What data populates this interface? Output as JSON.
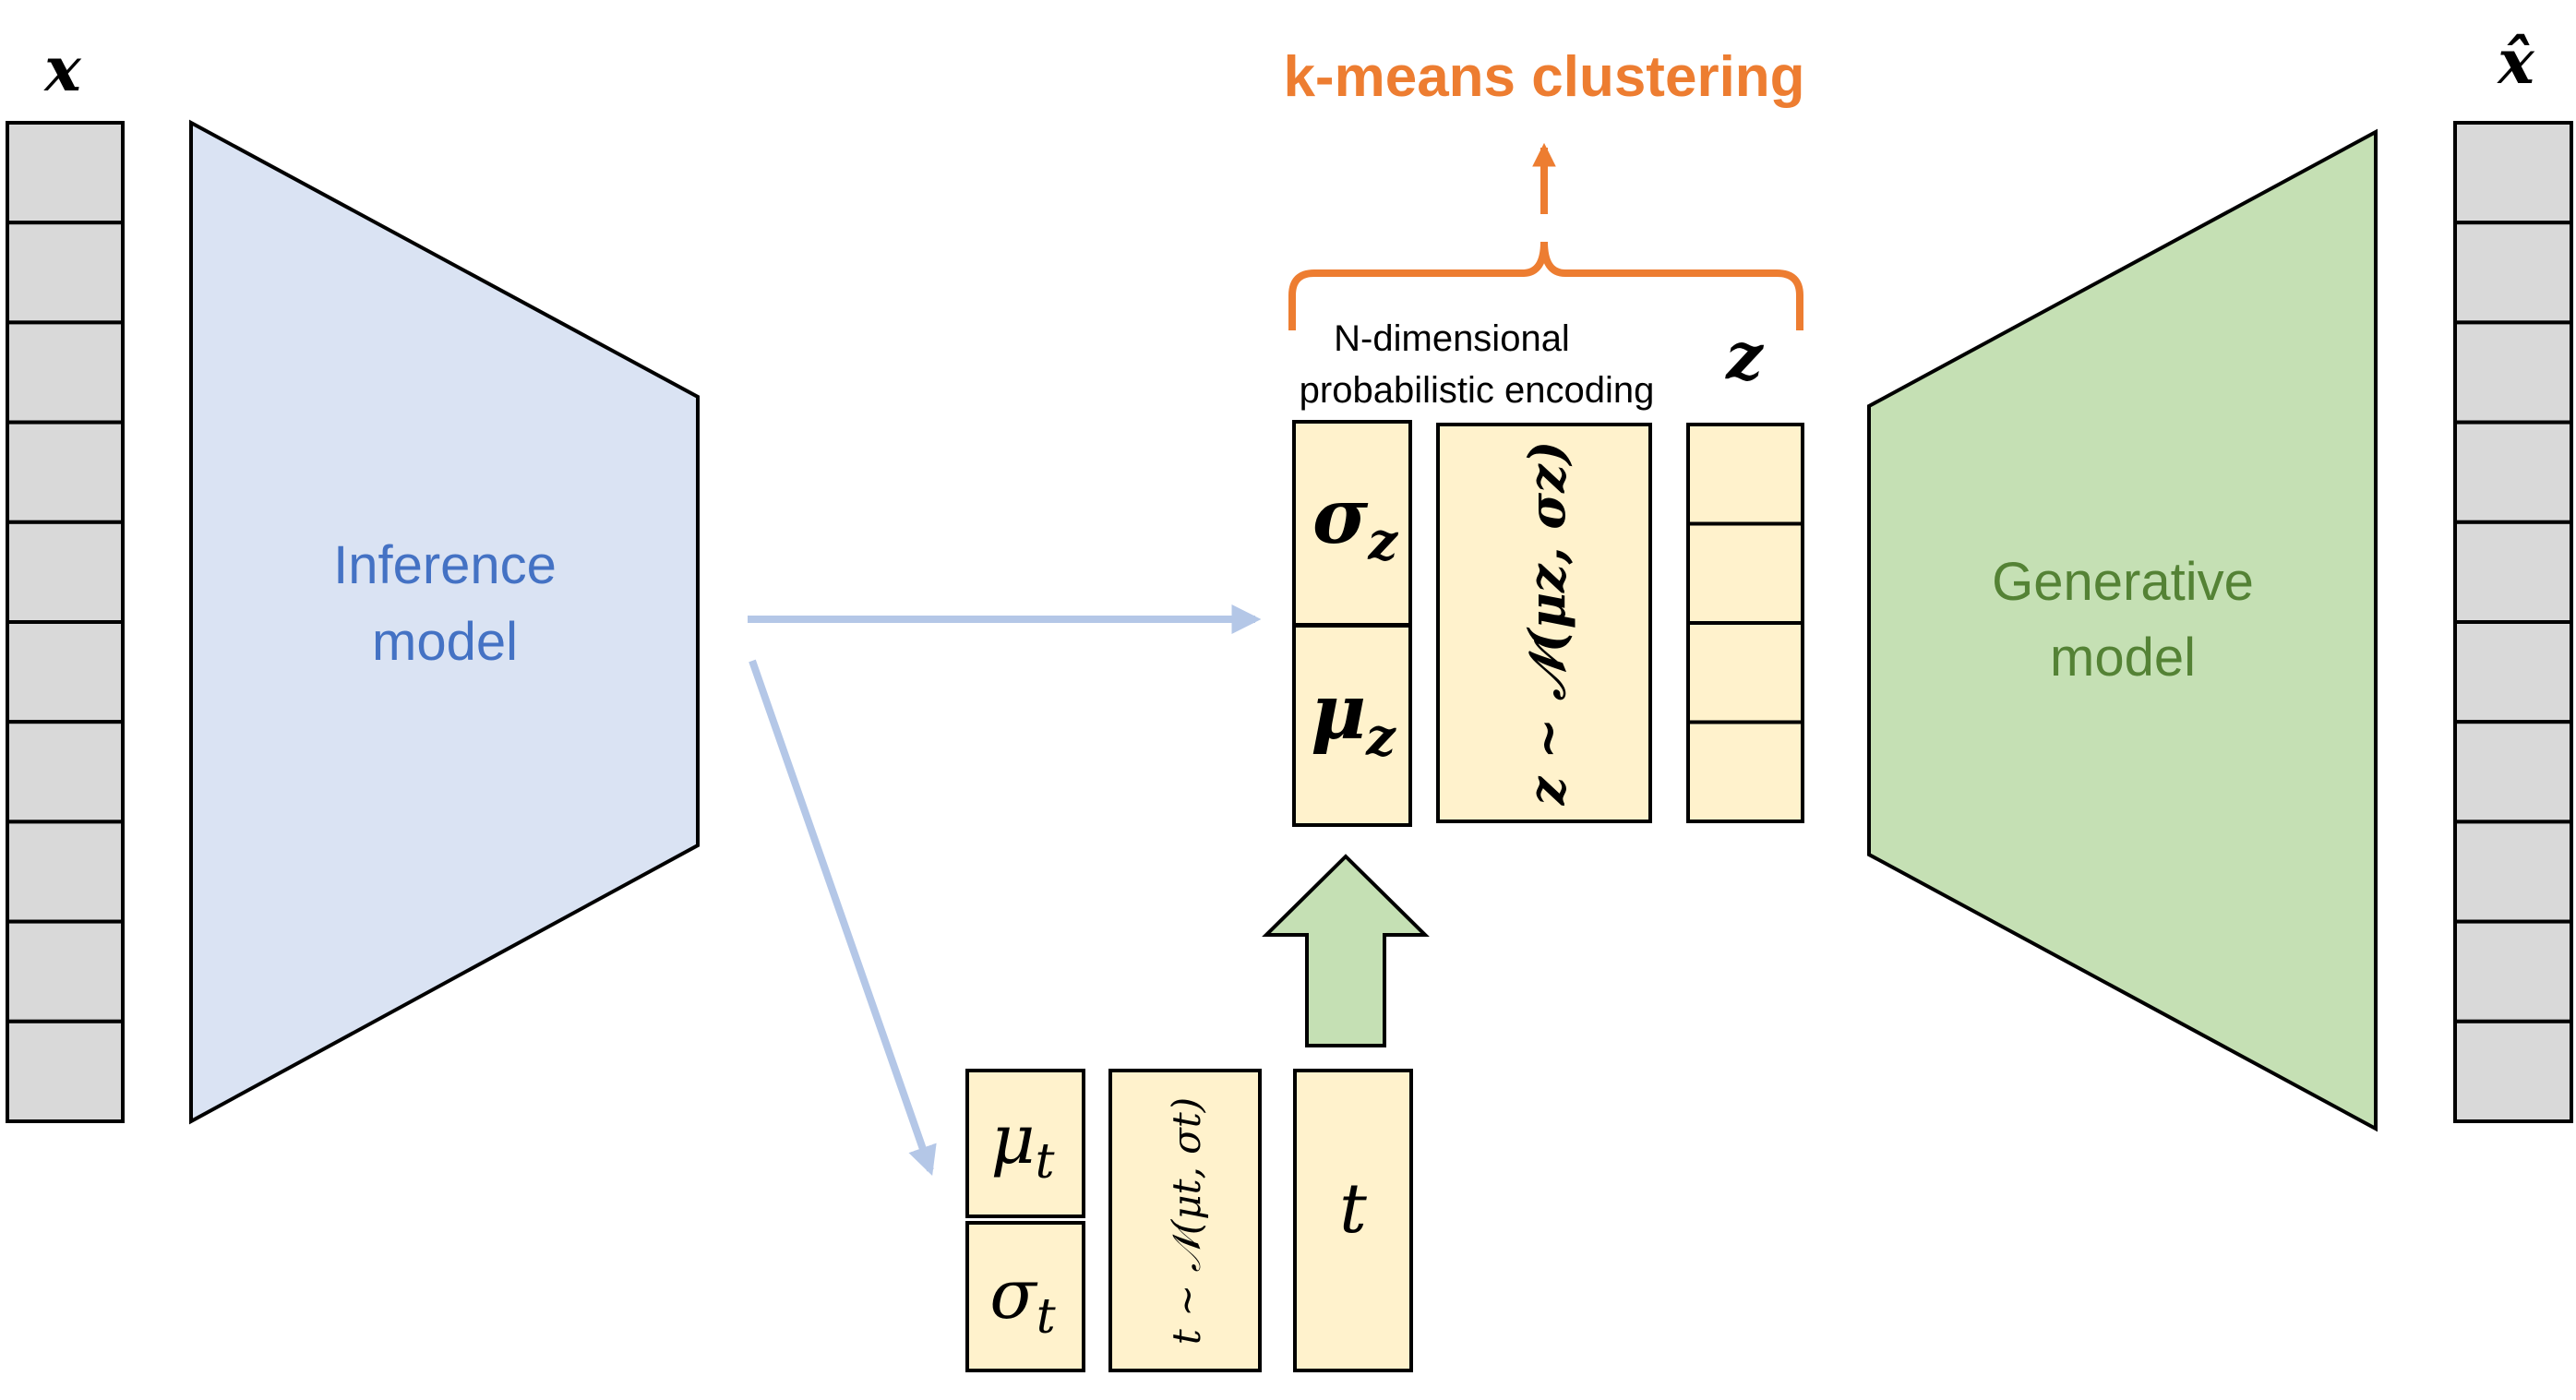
{
  "input": {
    "symbol": "x",
    "cells": 10
  },
  "output": {
    "symbol": "x̂",
    "cells": 10
  },
  "inference_model": {
    "label_line1": "Inference",
    "label_line2": "model"
  },
  "generative_model": {
    "label_line1": "Generative",
    "label_line2": "model"
  },
  "clustering": {
    "label": "k-means clustering"
  },
  "encoding": {
    "label_line1": "N-dimensional",
    "label_line2": "probabilistic encoding"
  },
  "latent_z": {
    "symbol": "z",
    "sigma": "σ",
    "mu": "μ",
    "subscript": "z",
    "sample_formula": "z ~ 𝒩(μz, σz)",
    "cells": 4
  },
  "latent_t": {
    "symbol": "t",
    "mu": "μ",
    "sigma": "σ",
    "subscript": "t",
    "sample_formula": "t ~ 𝒩(μt, σt)"
  },
  "colors": {
    "inference": "#dae3f3",
    "inference_text": "#4472c4",
    "generative": "#c5e0b4",
    "generative_text": "#548235",
    "accent": "#ed7d31",
    "latent_box": "#fff2cc",
    "cell": "#d9d9d9",
    "flow_arrow": "#b4c7e7"
  }
}
